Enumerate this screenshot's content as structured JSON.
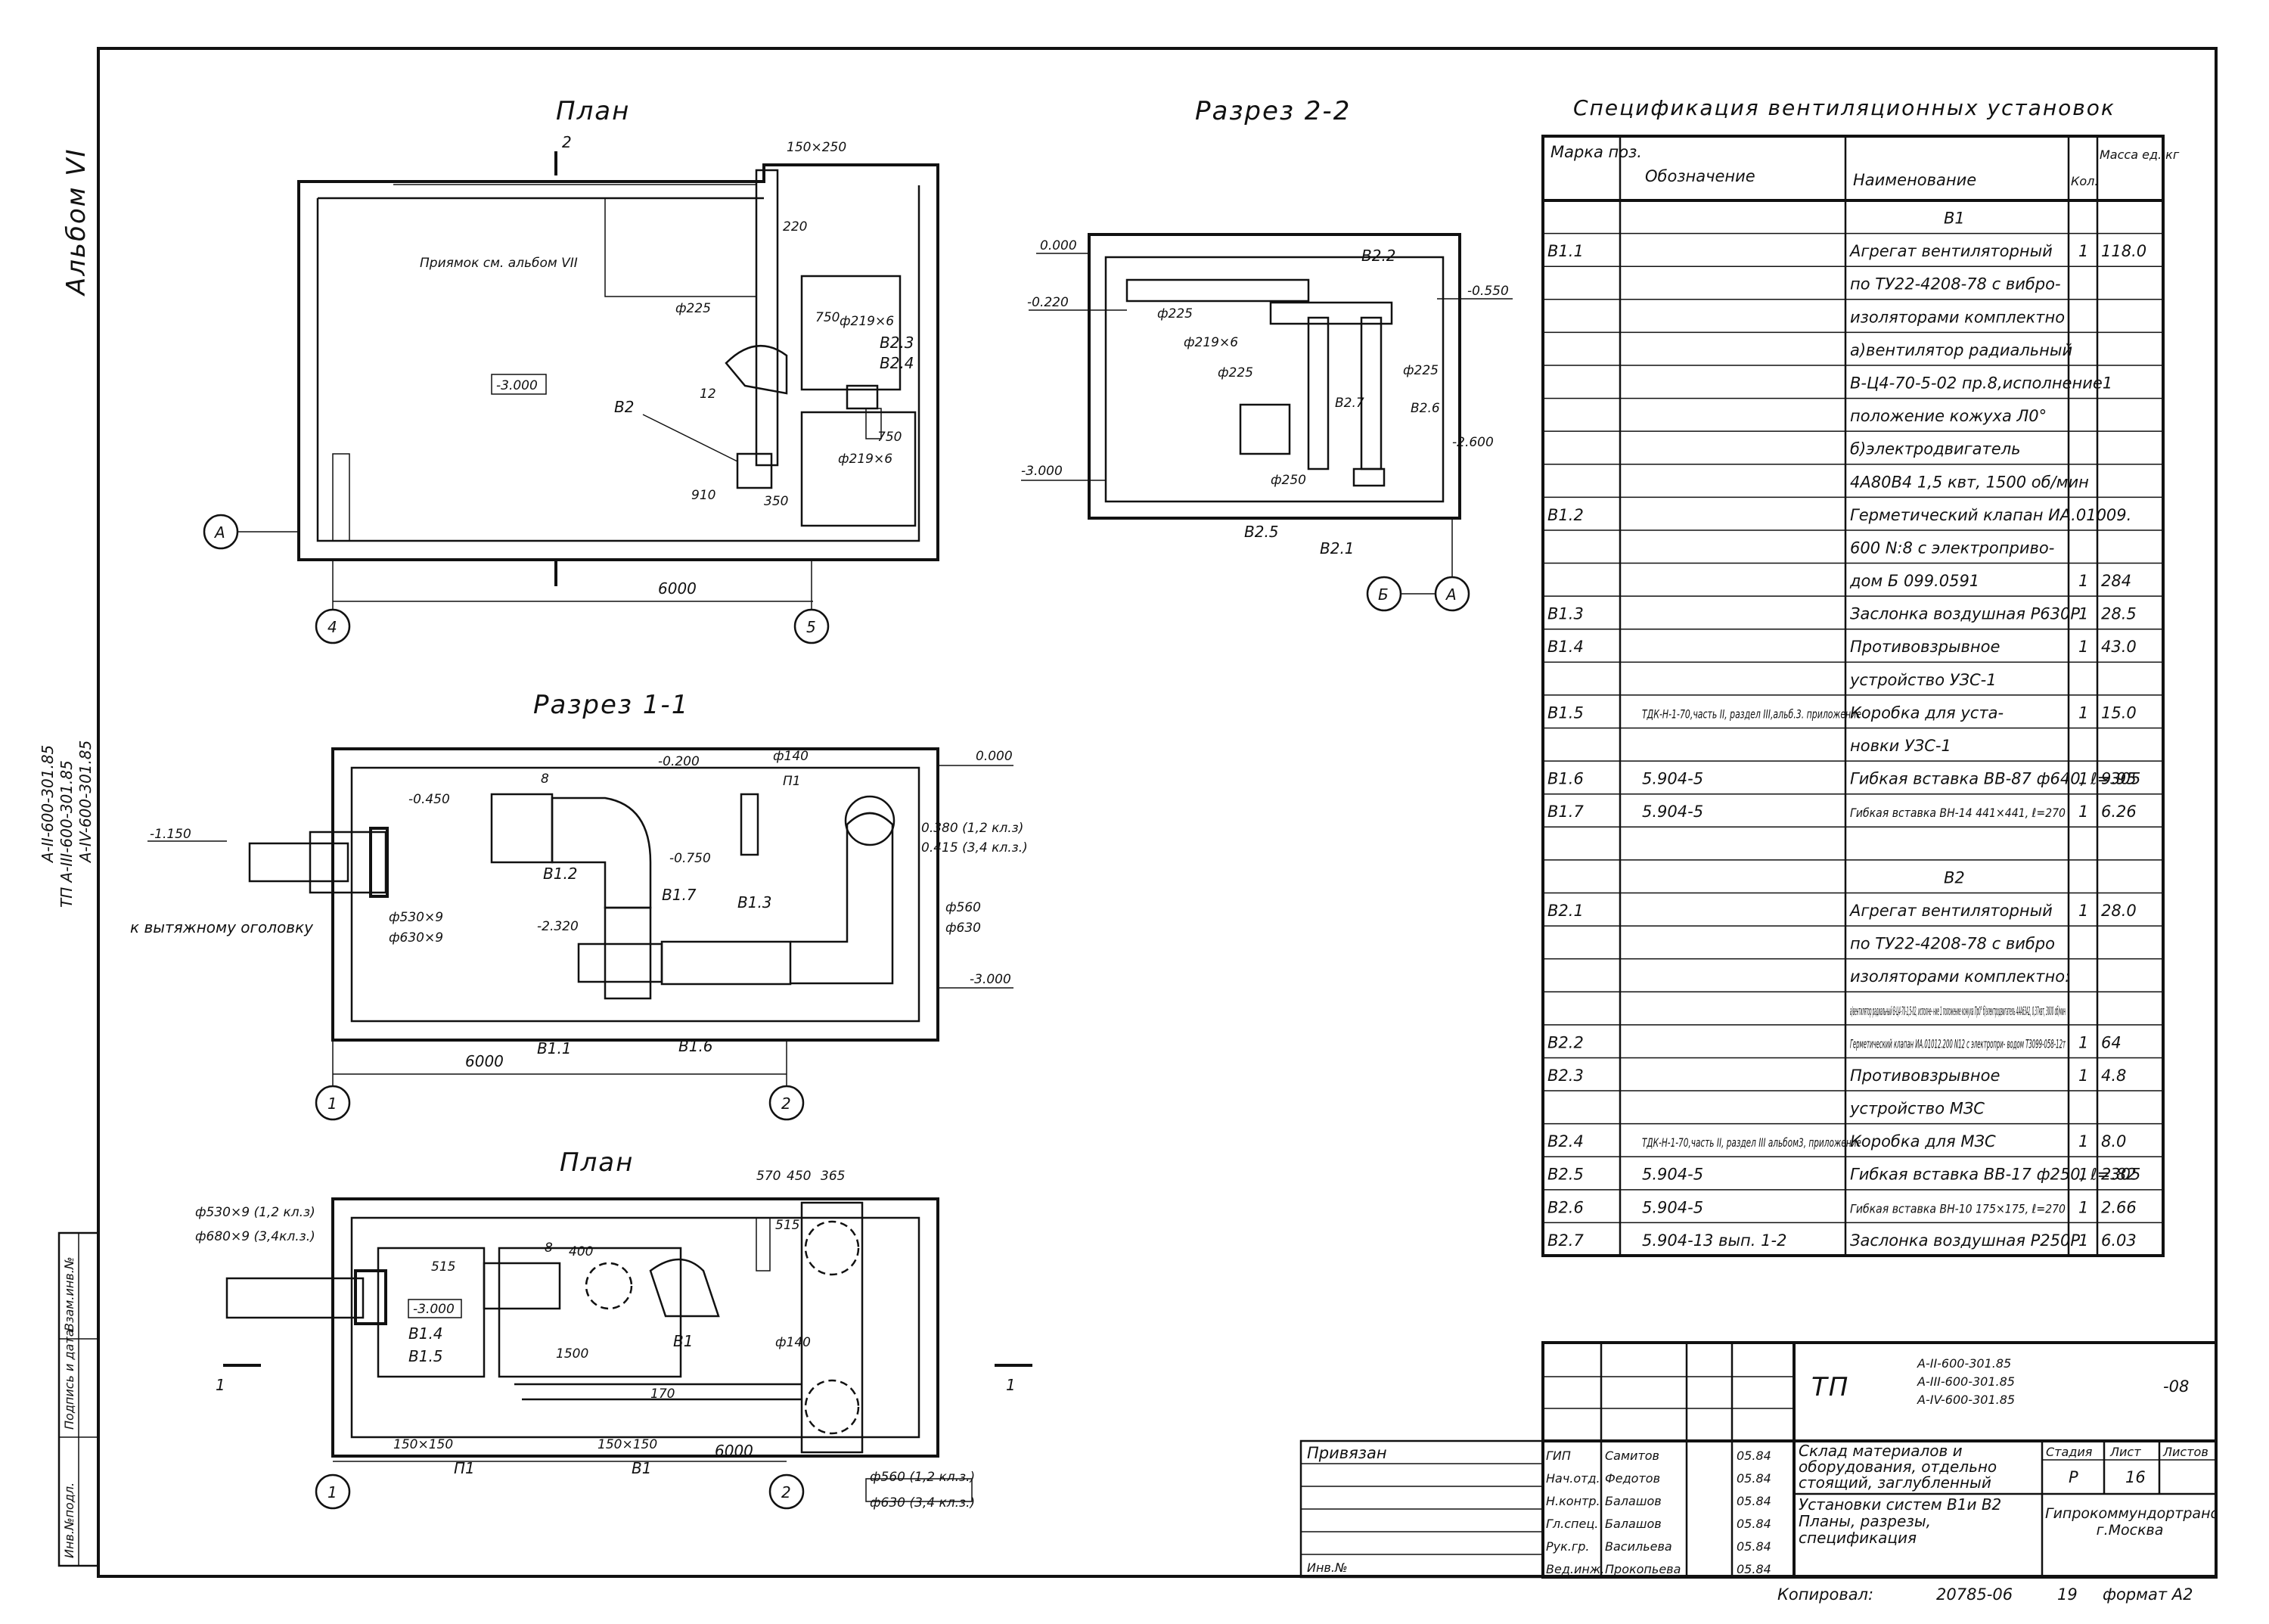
{
  "album_label": "Альбом VI",
  "tp_codes": [
    "А-II-600-301.85",
    "ТП А-III-600-301.85",
    "А-IV-600-301.85"
  ],
  "side_stamp": [
    "Инв.№подл.",
    "Подпись и дата",
    "Взам.инв.№"
  ],
  "plan_top": {
    "title": "План",
    "section_mark": "2",
    "dims": {
      "duct": "150×250",
      "d220": "220",
      "d750a": "750",
      "d750b": "750",
      "d910": "910",
      "d350": "350",
      "d12": "12",
      "span": "6000"
    },
    "labels": {
      "pit": "Приямок см. альбом VII",
      "level": "-3.000",
      "b2": "В2",
      "b23": "В2.3",
      "b24": "В2.4",
      "phi225": "ф225",
      "phi219a": "ф219×6",
      "phi219b": "ф219×6"
    },
    "axes": [
      "А",
      "4",
      "5"
    ]
  },
  "section_22": {
    "title": "Разрез 2-2",
    "levels": [
      "0.000",
      "-0.220",
      "-0.550",
      "-3.000",
      "-2.600"
    ],
    "labels": [
      "В2.2",
      "ф225",
      "ф219×6",
      "ф225",
      "ф225",
      "В2.7",
      "В2.6",
      "ф250",
      "В2.5",
      "В2.1"
    ],
    "axes": [
      "Б",
      "А"
    ]
  },
  "section_11": {
    "title": "Разрез 1-1",
    "levels": [
      "-1.150",
      "-0.450",
      "-0.200",
      "0.000",
      "-0.750",
      "-2.320",
      "-3.000"
    ],
    "level_notes": [
      "0.380 (1,2 кл.з)",
      "0.415 (3,4 кл.з.)"
    ],
    "labels": {
      "b12": "В1.2",
      "b17": "В1.7",
      "b13": "В1.3",
      "b11": "В1.1",
      "b16": "В1.6",
      "p1": "П1",
      "phi140": "ф140",
      "d8": "8"
    },
    "pipe_dims": [
      "ф530×9",
      "ф630×9"
    ],
    "right_dims": [
      "ф560",
      "ф630"
    ],
    "note": "к вытяжному оголовку",
    "span": "6000",
    "axes": [
      "1",
      "2"
    ]
  },
  "plan_bottom": {
    "title": "План",
    "pipe_dims": [
      "ф530×9 (1,2 кл.з)",
      "ф680×9 (3,4кл.з.)"
    ],
    "top_dims": [
      "570",
      "450",
      "365"
    ],
    "labels": {
      "b14": "В1.4",
      "b15": "В1.5",
      "b1": "В1",
      "level": "-3.000",
      "phi140": "ф140",
      "d1500": "1500",
      "d515a": "515",
      "d515b": "515",
      "d400": "400",
      "d8": "8",
      "d170": "170",
      "p1": "П1",
      "b1b": "В1"
    },
    "bottom_dims": [
      "150×150",
      "150×150",
      "6000"
    ],
    "right_dims": [
      "ф560 (1,2 кл.з.)",
      "ф630 (3,4 кл.з.)"
    ],
    "section_mark": "1",
    "axes": [
      "1",
      "2"
    ]
  },
  "spec": {
    "title": "Спецификация вентиляционных установок",
    "headers": [
      "Марка поз.",
      "Обозначение",
      "Наименование",
      "Кол.",
      "Масса ед. кг"
    ],
    "rows": [
      [
        "",
        "",
        "В1",
        "",
        ""
      ],
      [
        "В1.1",
        "",
        "Агрегат вентиляторный",
        "1",
        "118.0"
      ],
      [
        "",
        "",
        "по ТУ22-4208-78 с вибро-",
        "",
        ""
      ],
      [
        "",
        "",
        "изоляторами комплектно",
        "",
        ""
      ],
      [
        "",
        "",
        "а)вентилятор радиальный",
        "",
        ""
      ],
      [
        "",
        "",
        "В-Ц4-70-5-02 пр.8,исполнение1",
        "",
        ""
      ],
      [
        "",
        "",
        "положение кожуха Л0°",
        "",
        ""
      ],
      [
        "",
        "",
        "б)электродвигатель",
        "",
        ""
      ],
      [
        "",
        "",
        "4А80В4 1,5 квт, 1500 об/мин",
        "",
        ""
      ],
      [
        "В1.2",
        "",
        "Герметический клапан ИА.01009.",
        "",
        ""
      ],
      [
        "",
        "",
        "600 N:8 с электроприво-",
        "",
        ""
      ],
      [
        "",
        "",
        "дом   Б 099.0591",
        "1",
        "284"
      ],
      [
        "В1.3",
        "",
        "Заслонка воздушная Р630Р",
        "1",
        "28.5"
      ],
      [
        "В1.4",
        "",
        "Противовзрывное",
        "1",
        "43.0"
      ],
      [
        "",
        "",
        "устройство  УЗС-1",
        "",
        ""
      ],
      [
        "В1.5",
        "ТДК-Н-1-70,часть II, раздел III,альб.3. приложение",
        "Коробка для уста-",
        "1",
        "15.0"
      ],
      [
        "",
        "",
        "новки  УЗС-1",
        "",
        ""
      ],
      [
        "В1.6",
        "5.904-5",
        "Гибкая вставка ВВ-87 ф640, ℓ=305",
        "1",
        "9.95"
      ],
      [
        "В1.7",
        "5.904-5",
        "Гибкая вставка ВН-14 441×441, ℓ=270",
        "1",
        "6.26"
      ],
      [
        "",
        "",
        "",
        "",
        ""
      ],
      [
        "",
        "",
        "В2",
        "",
        ""
      ],
      [
        "В2.1",
        "",
        "Агрегат вентиляторный",
        "1",
        "28.0"
      ],
      [
        "",
        "",
        "по ТУ22-4208-78 с вибро",
        "",
        ""
      ],
      [
        "",
        "",
        "изоляторами комплектно:",
        "",
        ""
      ],
      [
        "",
        "",
        "а)вентилятор радиальный В-Ц4-70-2,5-02, исполне- ние 1 положение кожуха Пр0° б)электродвигатель 4АА63А2, 0,37квт, 3000 об/мин",
        "",
        ""
      ],
      [
        "В2.2",
        "",
        "Герметический клапан ИА.01012.200 N12 с электропри- водом  Т3099-058-12т",
        "1",
        "64"
      ],
      [
        "В2.3",
        "",
        "Противовзрывное",
        "1",
        "4.8"
      ],
      [
        "",
        "",
        "устройство  МЗС",
        "",
        ""
      ],
      [
        "В2.4",
        "ТДК-Н-1-70,часть II, раздел III альбом3, приложение",
        "Коробка для МЗС",
        "1",
        "8.0"
      ],
      [
        "В2.5",
        "5.904-5",
        "Гибкая вставка ВВ-17 ф250, ℓ=305",
        "1",
        "2.82"
      ],
      [
        "В2.6",
        "5.904-5",
        "Гибкая вставка ВН-10 175×175, ℓ=270",
        "1",
        "2.66"
      ],
      [
        "В2.7",
        "5.904-13   вып. 1-2",
        "Заслонка воздушная Р250Р",
        "1",
        "6.03"
      ]
    ]
  },
  "title_block": {
    "tp": "ТП",
    "codes": [
      "А-II-600-301.85",
      "А-III-600-301.85",
      "А-IV-600-301.85"
    ],
    "sheet_code": "-08",
    "privyazan": "Привязан",
    "inv": "Инв.№",
    "roles": [
      [
        "ГИП",
        "Самитов",
        "05.84"
      ],
      [
        "Нач.отд.",
        "Федотов",
        "05.84"
      ],
      [
        "Н.контр.",
        "Балашов",
        "05.84"
      ],
      [
        "Гл.спец.",
        "Балашов",
        "05.84"
      ],
      [
        "Рук.гр.",
        "Васильева",
        "05.84"
      ],
      [
        "Вед.инж.",
        "Прокопьева",
        "05.84"
      ]
    ],
    "object": "Склад материалов и оборудования, отдельно стоящий, заглубленный",
    "content": "Установки систем В1и В2 Планы, разрезы, спецификация",
    "stage_h": "Стадия",
    "sheet_h": "Лист",
    "sheets_h": "Листов",
    "stage": "Р",
    "sheet": "16",
    "org": "Гипрокоммундортранс г.Москва",
    "copied": "Копировал:",
    "copy_no": "20785-06",
    "copy_sheet": "19",
    "format": "формат А2"
  },
  "colors": {
    "ink": "#111111",
    "paper": "#ffffff"
  }
}
